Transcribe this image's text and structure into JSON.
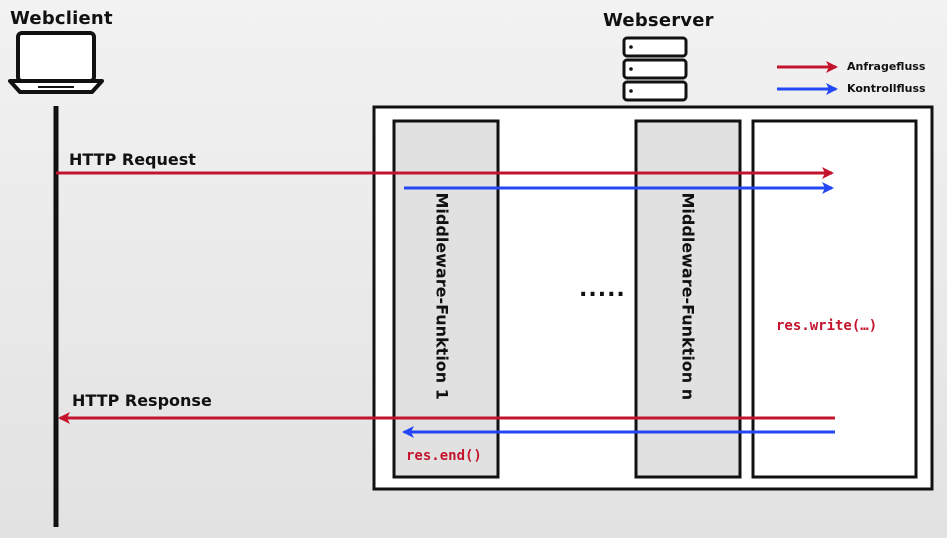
{
  "colors": {
    "request": "#c4142d",
    "control": "#2447f5",
    "text": "#111111",
    "box_fill": "#f7f7f7",
    "middleware_fill": "#e1e1e1"
  },
  "labels": {
    "webclient": "Webclient",
    "webserver": "Webserver",
    "http_request": "HTTP Request",
    "http_response": "HTTP Response",
    "middleware_1": "Middleware-Funktion 1",
    "middleware_n": "Middleware-Funktion n",
    "ellipsis": ".....",
    "res_write": "res.write(…)",
    "res_end": "res.end()"
  },
  "legend": {
    "request_flow": "Anfragefluss",
    "control_flow": "Kontrollfluss"
  },
  "icons": {
    "client": "laptop-icon",
    "server": "server-icon"
  }
}
